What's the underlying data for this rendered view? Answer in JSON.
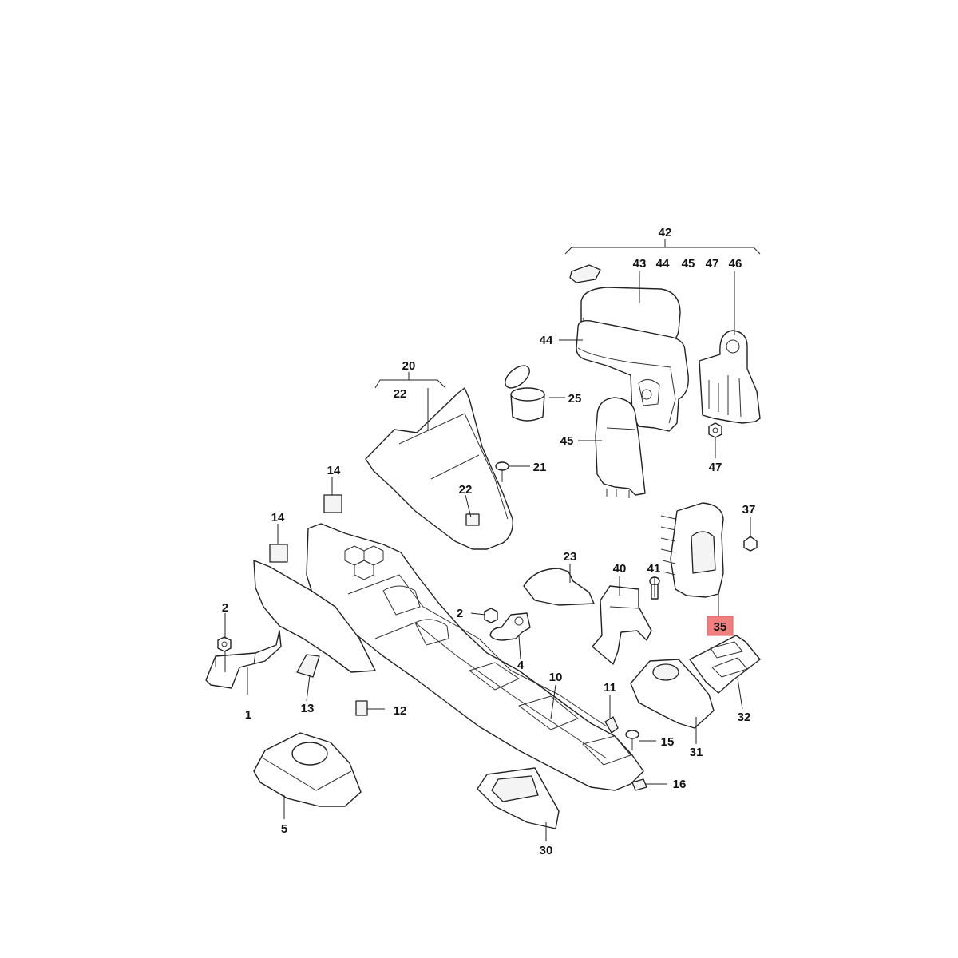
{
  "callouts": [
    {
      "id": "c1",
      "label": "1"
    },
    {
      "id": "c2a",
      "label": "2"
    },
    {
      "id": "c2b",
      "label": "2"
    },
    {
      "id": "c4",
      "label": "4"
    },
    {
      "id": "c5",
      "label": "5"
    },
    {
      "id": "c10",
      "label": "10"
    },
    {
      "id": "c11",
      "label": "11"
    },
    {
      "id": "c12",
      "label": "12"
    },
    {
      "id": "c13",
      "label": "13"
    },
    {
      "id": "c14a",
      "label": "14"
    },
    {
      "id": "c14b",
      "label": "14"
    },
    {
      "id": "c15",
      "label": "15"
    },
    {
      "id": "c16",
      "label": "16"
    },
    {
      "id": "c20",
      "label": "20"
    },
    {
      "id": "c21",
      "label": "21"
    },
    {
      "id": "c22a",
      "label": "22"
    },
    {
      "id": "c22b",
      "label": "22"
    },
    {
      "id": "c23",
      "label": "23"
    },
    {
      "id": "c25",
      "label": "25"
    },
    {
      "id": "c30",
      "label": "30"
    },
    {
      "id": "c31",
      "label": "31"
    },
    {
      "id": "c32",
      "label": "32"
    },
    {
      "id": "c35",
      "label": "35",
      "highlighted": true
    },
    {
      "id": "c37",
      "label": "37"
    },
    {
      "id": "c40",
      "label": "40"
    },
    {
      "id": "c41",
      "label": "41"
    },
    {
      "id": "c42",
      "label": "42"
    },
    {
      "id": "c43",
      "label": "43"
    },
    {
      "id": "c44a",
      "label": "44"
    },
    {
      "id": "c44b",
      "label": "44"
    },
    {
      "id": "c45a",
      "label": "45"
    },
    {
      "id": "c45b",
      "label": "45"
    },
    {
      "id": "c46",
      "label": "46"
    },
    {
      "id": "c47a",
      "label": "47"
    },
    {
      "id": "c47b",
      "label": "47"
    }
  ],
  "colors": {
    "highlight": "#f08080",
    "line": "#222222",
    "background": "#ffffff"
  }
}
